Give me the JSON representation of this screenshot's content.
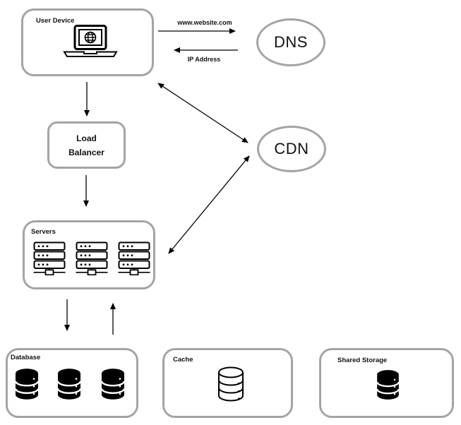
{
  "nodes": {
    "user_device": {
      "label": "User Device"
    },
    "dns": {
      "label": "DNS"
    },
    "cdn": {
      "label": "CDN"
    },
    "load_balancer": {
      "lines": [
        "Load",
        "Balancer"
      ]
    },
    "servers": {
      "label": "Servers"
    },
    "database": {
      "label": "Database"
    },
    "cache": {
      "label": "Cache"
    },
    "shared_storage": {
      "label": "Shared Storage"
    }
  },
  "edge_labels": {
    "request": "www.website.com",
    "response": "IP Address"
  },
  "icons": {
    "user_device": "laptop-globe-icon",
    "servers": "server-rack-icon",
    "database": "database-icon",
    "cache": "database-outline-icon",
    "shared_storage": "database-icon"
  },
  "colors": {
    "shape_border": "#a4a4a4",
    "arrow": "#000000",
    "text": "#111111",
    "background": "#ffffff"
  }
}
